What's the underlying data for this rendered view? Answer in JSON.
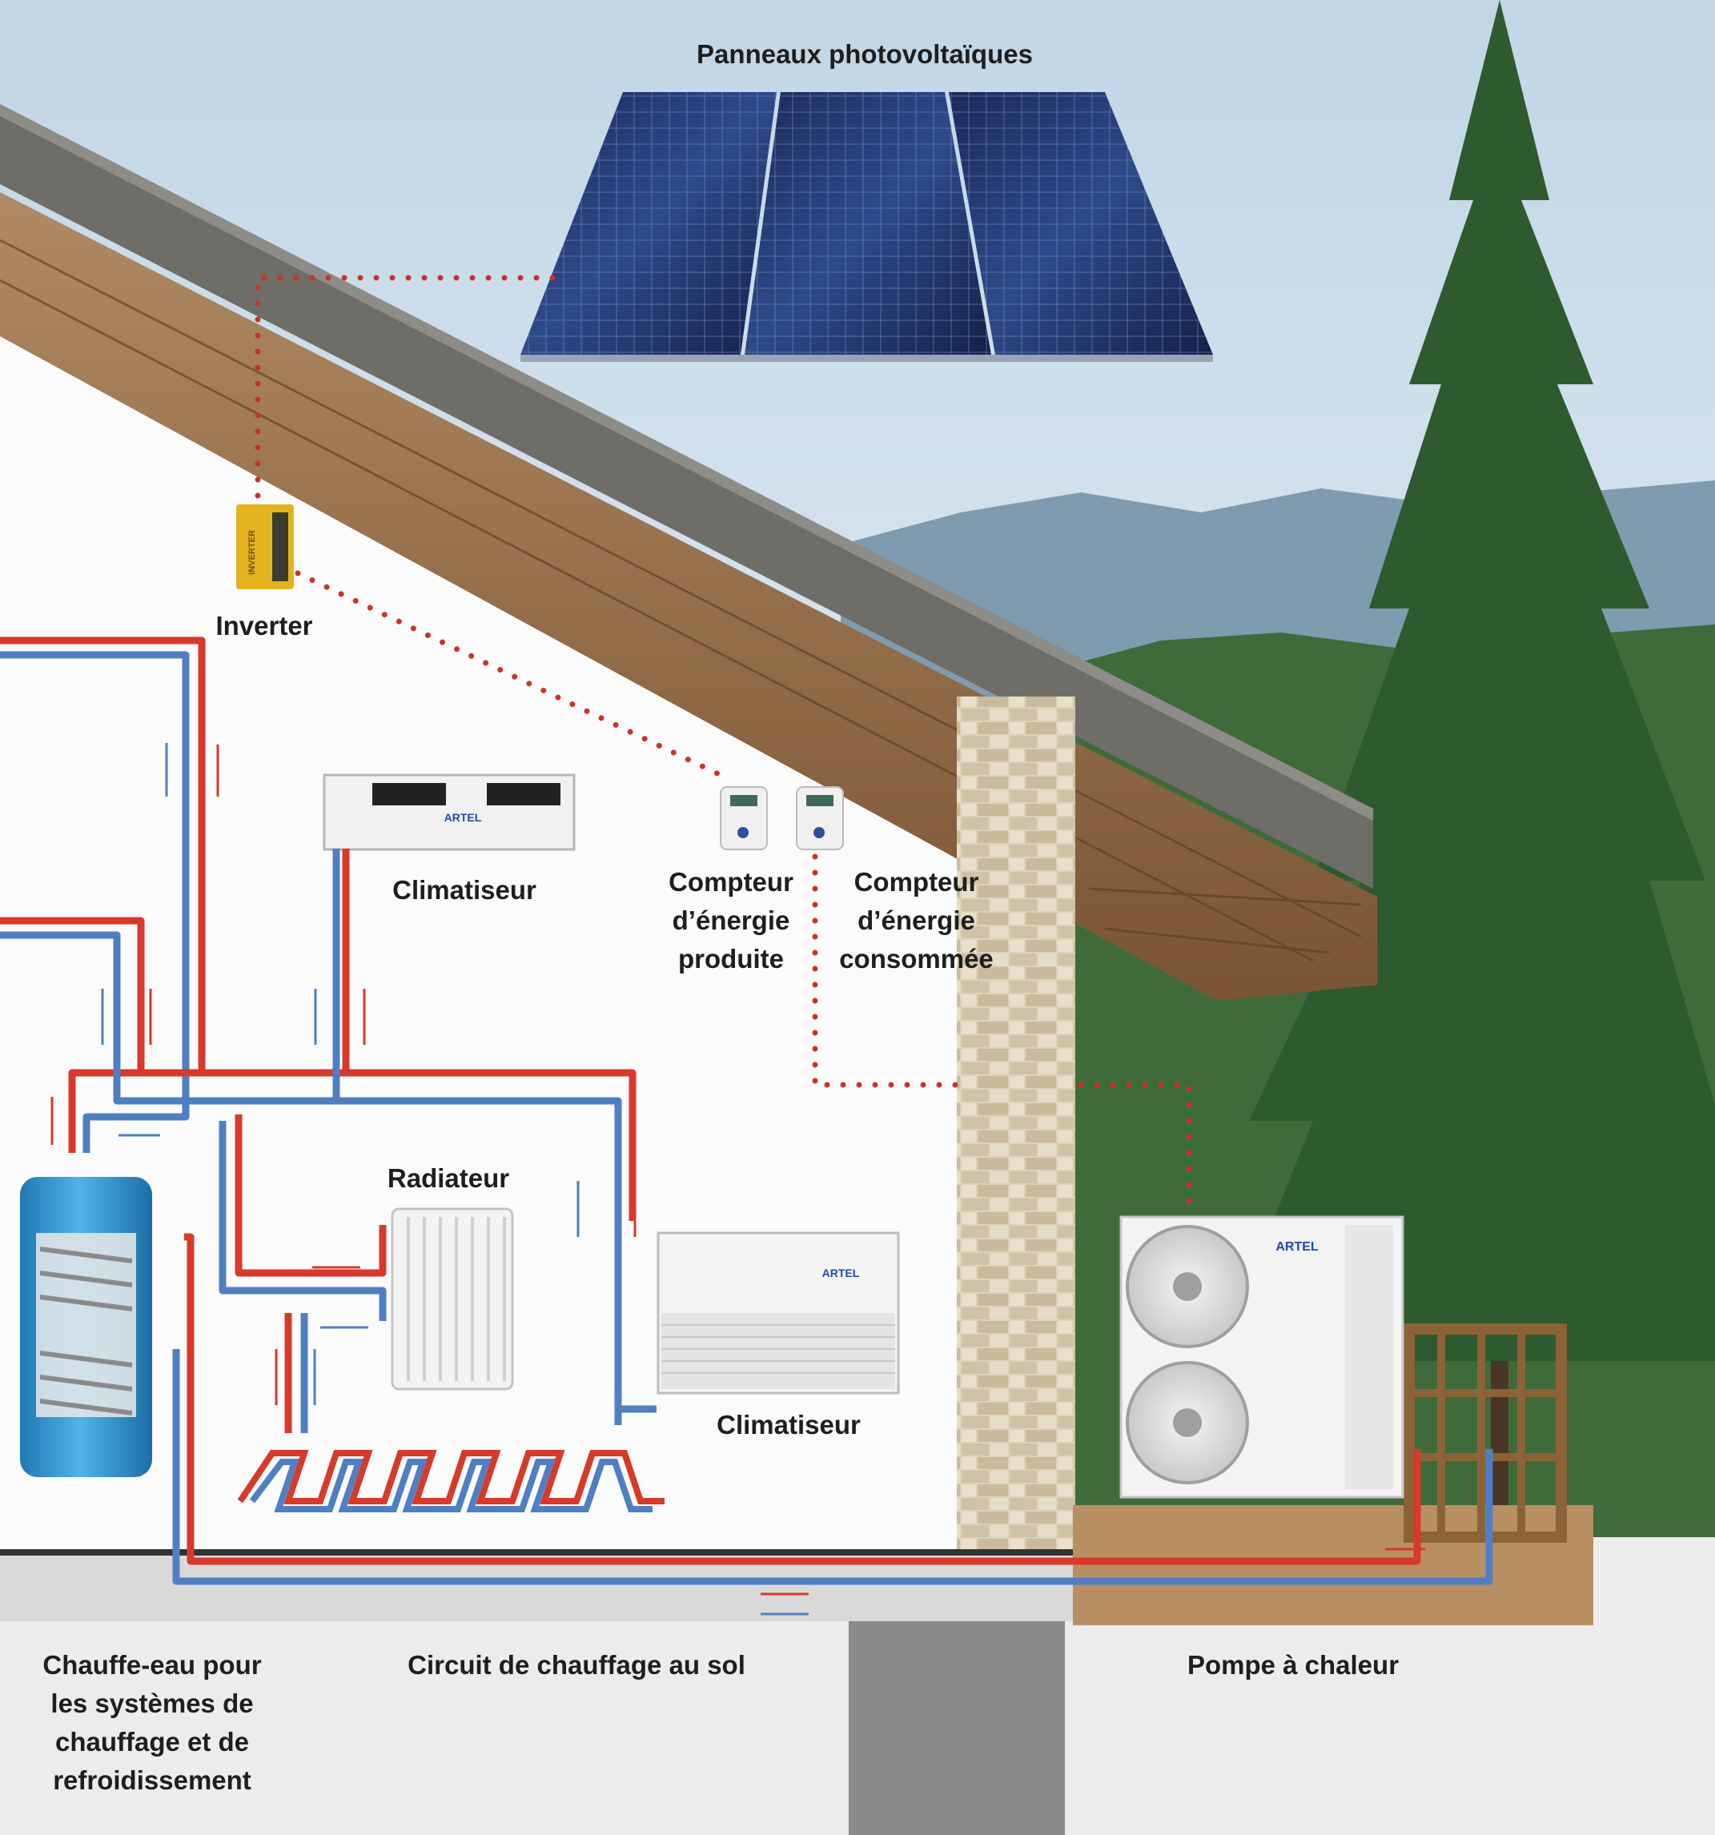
{
  "labels": {
    "solar_panels": "Panneaux photovoltaïques",
    "inverter": "Inverter",
    "ac_ducted": "Climatiseur",
    "meter_produced": [
      "Compteur",
      "d’énergie",
      "produite"
    ],
    "meter_consumed": [
      "Compteur",
      "d’énergie",
      "consommée"
    ],
    "radiator": "Radiateur",
    "ac_floor": "Climatiseur",
    "water_heater": [
      "Chauffe-eau pour",
      "les systèmes de",
      "chauffage et de",
      "refroidissement"
    ],
    "floor_heating": "Circuit de chauffage au sol",
    "heat_pump": "Pompe à chaleur"
  },
  "device_texts": {
    "inverter_display": "INVERTER",
    "brand": "ARTEL"
  },
  "colors": {
    "hot_pipe": "#d8392b",
    "cold_pipe": "#4f7fc2",
    "signal_dots": "#c8342a",
    "wall": "#fbfbfb",
    "roof_metal": "#6e6d68",
    "wood": "#9a7150",
    "tank": "#3ea0d6",
    "ground": "#ececec"
  }
}
